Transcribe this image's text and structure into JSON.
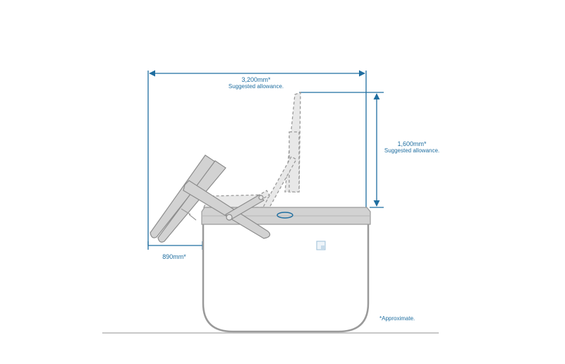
{
  "diagram": {
    "type": "clearance-dimension-drawing",
    "subject": "tub with open/folding lid and hinge arm",
    "colors": {
      "dimension": "#1f6ea0",
      "outline": "#8c8c8c",
      "fill": "#d2d2d2",
      "ghost_fill": "#e8e8e8",
      "ground": "#c8c8c8"
    },
    "dimensions": {
      "width": {
        "value": "3,200mm*",
        "note": "Suggested allowance."
      },
      "height": {
        "value": "1,600mm*",
        "note": "Suggested allowance."
      },
      "depth": {
        "value": "890mm*"
      }
    },
    "footnote": "*Approximate."
  }
}
